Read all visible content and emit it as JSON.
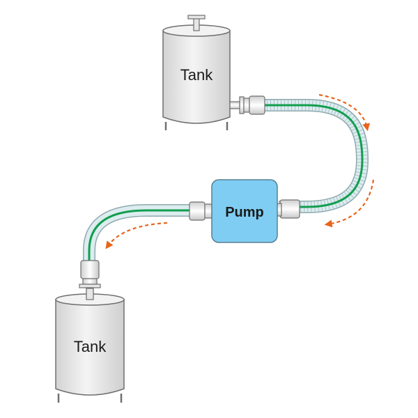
{
  "labels": {
    "top_tank": "Tank",
    "pump": "Pump",
    "bottom_tank": "Tank"
  },
  "colors": {
    "tank_body": "#ebebeb",
    "tank_outline": "#6f6f6f",
    "hose_fill": "#dcecef",
    "hose_outline": "#8fa9ae",
    "hose_core": "#129e4f",
    "pump_fill": "#7fcdf2",
    "pump_outline": "#5a7f92",
    "flow_arrow": "#e8641b"
  },
  "icons": {
    "flow_direction": "dashed-arrow"
  }
}
